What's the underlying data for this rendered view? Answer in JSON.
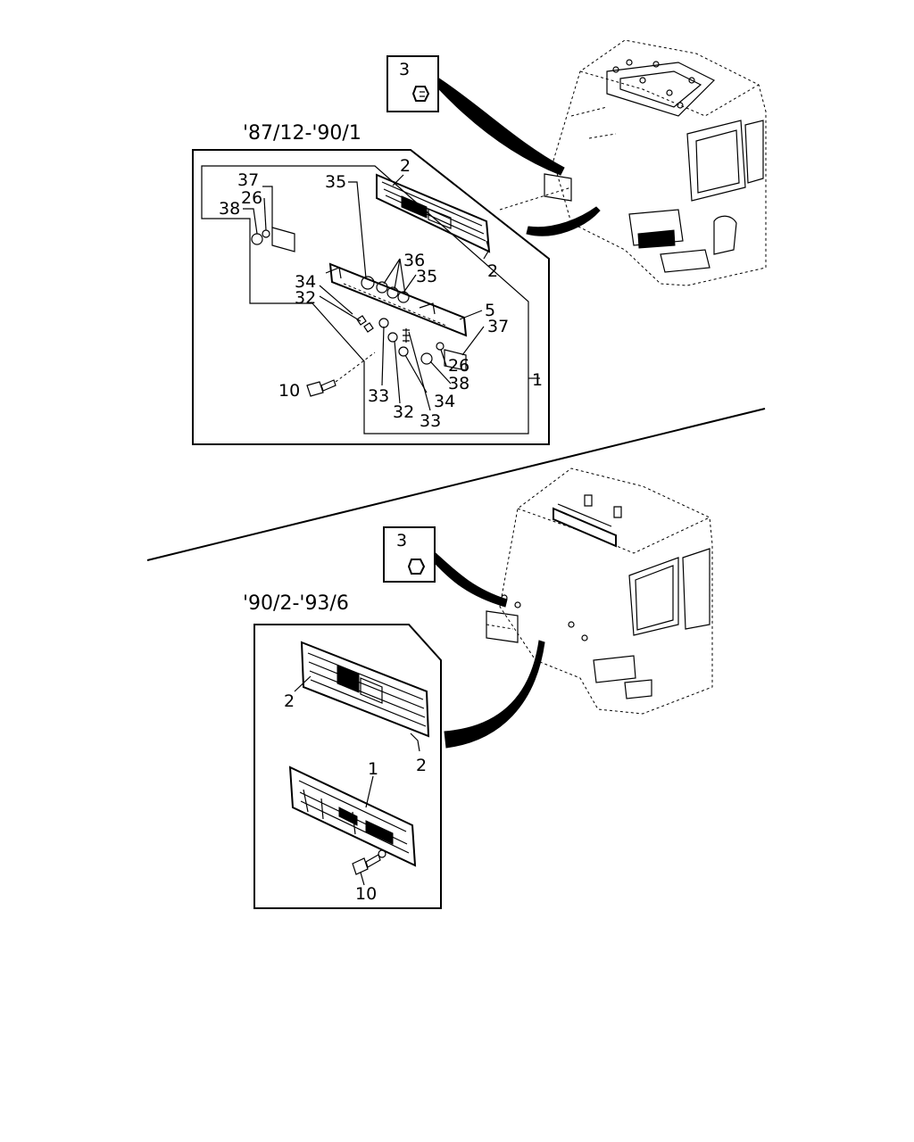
{
  "top_section": {
    "date_range": "'87/12-'90/1",
    "inset_label": "3",
    "callouts": {
      "c37a": "37",
      "c26a": "26",
      "c38a": "38",
      "c35a": "35",
      "c2a": "2",
      "c36": "36",
      "c35b": "35",
      "c34a": "34",
      "c32a": "32",
      "c2b": "2",
      "c5": "5",
      "c37b": "37",
      "c26b": "26",
      "c38b": "38",
      "c1": "1",
      "c10": "10",
      "c33a": "33",
      "c32b": "32",
      "c34b": "34",
      "c33b": "33"
    }
  },
  "bottom_section": {
    "date_range": "'90/2-'93/6",
    "inset_label": "3",
    "callouts": {
      "c2a": "2",
      "c2b": "2",
      "c1": "1",
      "c10": "10"
    }
  }
}
